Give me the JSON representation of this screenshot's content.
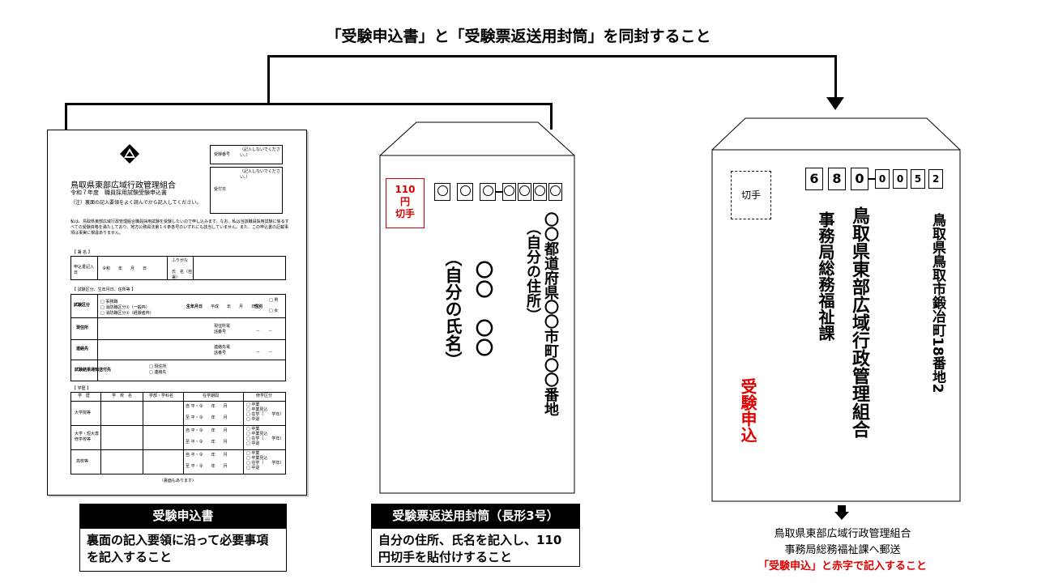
{
  "header": {
    "instruction": "「受験申込書」と「受験票返送用封筒」を同封すること"
  },
  "form": {
    "exam_number_label": "受験番号",
    "exam_number_note": "（記入しないでください。）",
    "received_date_label": "受付日",
    "received_note": "（記入しないでください。）",
    "org": "鳥取県東部広域行政管理組合",
    "year_title": "令和７年度　職員採用試験受験申込書",
    "note": "（注）裏面の記入要領をよく読んでから記入してください。",
    "declaration": "私は、鳥取県東部広域行政管理組合職員採用試験を受験したいので申し込みます。なお、私は当該職員採用試験に係るすべての受験資格を満たしており、地方公務員法第１６条各号のいずれにも該当していません。また、この申込書の記載事項は事実に相違ありません。",
    "sig_section": "【 署 名 】",
    "sig_date_label": "申込書記入日",
    "sig_date_value": "令和　　年　　月　　日",
    "furigana": "ふりがな",
    "name_label": "氏　名（自 署）",
    "info_section": "【 試験区分、生年月日、住所等 】",
    "exam_type_label": "試験区分",
    "exam_types": [
      "□ 事務職",
      "□ 消防職区分①（一般枠）",
      "□ 消防職区分②（経験者枠）"
    ],
    "birth_label": "生年月日",
    "birth_value": "平成　　年　　月　　日生",
    "gender_label": "性別",
    "gender_options": [
      "□ 男",
      "□ 女"
    ],
    "address_label": "現住所",
    "phone_label": "現住所電話番号",
    "contact_label": "連絡先",
    "contact_phone_label": "連絡先電話番号",
    "phone_dash": "－　　－",
    "result_label": "試験結果通知送付先",
    "result_options": [
      "□ 現住所",
      "□ 連絡先"
    ],
    "edu_section": "【 学歴 】",
    "edu_headers": [
      "学　歴",
      "学　校　名",
      "学部・学科名",
      "在学期間",
      "修学区分"
    ],
    "edu_rows": [
      "大学院等",
      "大学・短大専修学校等",
      "高校等"
    ],
    "edu_from": "自",
    "edu_to": "至",
    "edu_period": "平・令　　年　　月",
    "edu_status": [
      "□ 卒業",
      "□ 卒業見込",
      "□ 在学（　　学年）",
      "□ 中退"
    ],
    "back_note": "（裏面もあります）"
  },
  "return_envelope": {
    "stamp": [
      "110",
      "円",
      "切手"
    ],
    "address": "〇〇都道府県〇〇市町〇〇番地",
    "address_note": "（自分の住所）",
    "name": "〇〇　〇〇",
    "name_note": "（自分の氏名）"
  },
  "mail_envelope": {
    "stamp": "切手",
    "postal": [
      "6",
      "8",
      "0",
      "0",
      "0",
      "5",
      "2"
    ],
    "address": "鳥取県鳥取市鍛冶町18番地2",
    "org": "鳥取県東部広域行政管理組合",
    "dept": "事務局総務福祉課",
    "mark": "受験申込"
  },
  "captions": {
    "form_title": "受験申込書",
    "form_body": "裏面の記入要領に沿って必要事項を記入すること",
    "envelope_title": "受験票返送用封筒（長形3号）",
    "envelope_body": "自分の住所、氏名を記入し、110円切手を貼付けすること",
    "send_line1": "鳥取県東部広域行政管理組合",
    "send_line2": "事務局総務福祉課へ郵送",
    "send_line3": "「受験申込」と赤字で記入すること"
  },
  "colors": {
    "red": "#e00000",
    "black": "#000000"
  }
}
